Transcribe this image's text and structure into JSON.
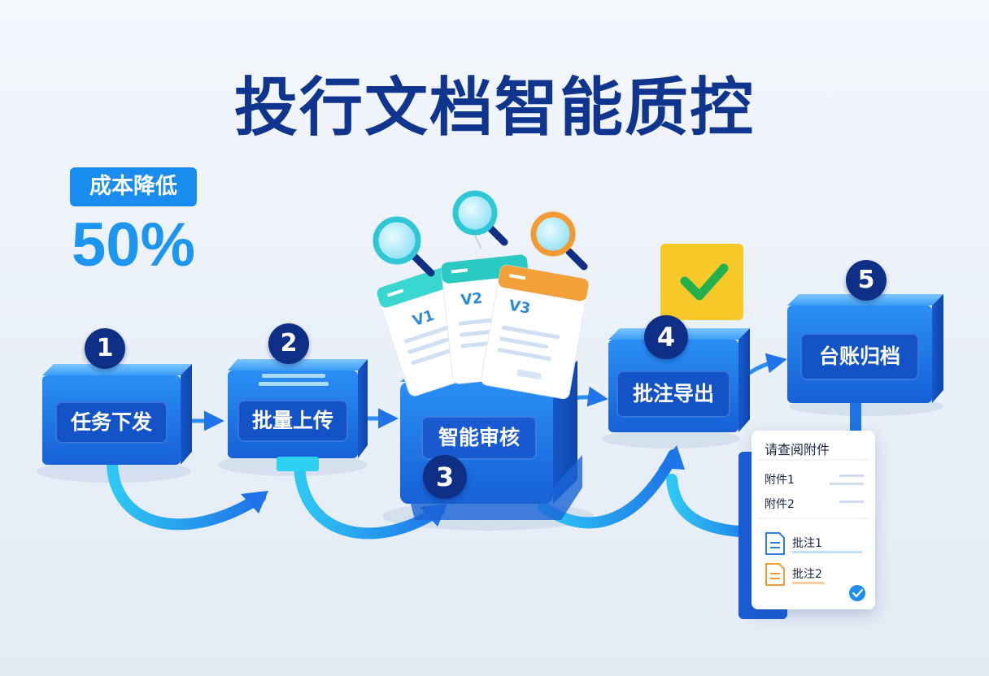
{
  "title": "投行文档智能质控",
  "badge": {
    "label": "成本降低",
    "value": "50%"
  },
  "steps": [
    {
      "number": "1",
      "label": "任务下发"
    },
    {
      "number": "2",
      "label": "批量上传"
    },
    {
      "number": "3",
      "label": "智能审核"
    },
    {
      "number": "4",
      "label": "批注导出"
    },
    {
      "number": "5",
      "label": "台账归档"
    }
  ],
  "documents": [
    {
      "version": "V1",
      "accent": "#3ad6d0"
    },
    {
      "version": "V2",
      "accent": "#2bc9c3"
    },
    {
      "version": "V3",
      "accent": "#f2a03a"
    }
  ],
  "panel": {
    "title": "请查阅附件",
    "attachments": [
      "附件1",
      "附件2"
    ],
    "annotations": [
      {
        "label": "批注1",
        "icon": "document-blue-icon"
      },
      {
        "label": "批注2",
        "icon": "document-orange-icon"
      }
    ]
  },
  "colors": {
    "title": "#10358f",
    "primary": "#1a6fe6",
    "accent_cyan": "#27c3f0",
    "check_bg": "#f7c928",
    "check_mark": "#22b14c"
  }
}
